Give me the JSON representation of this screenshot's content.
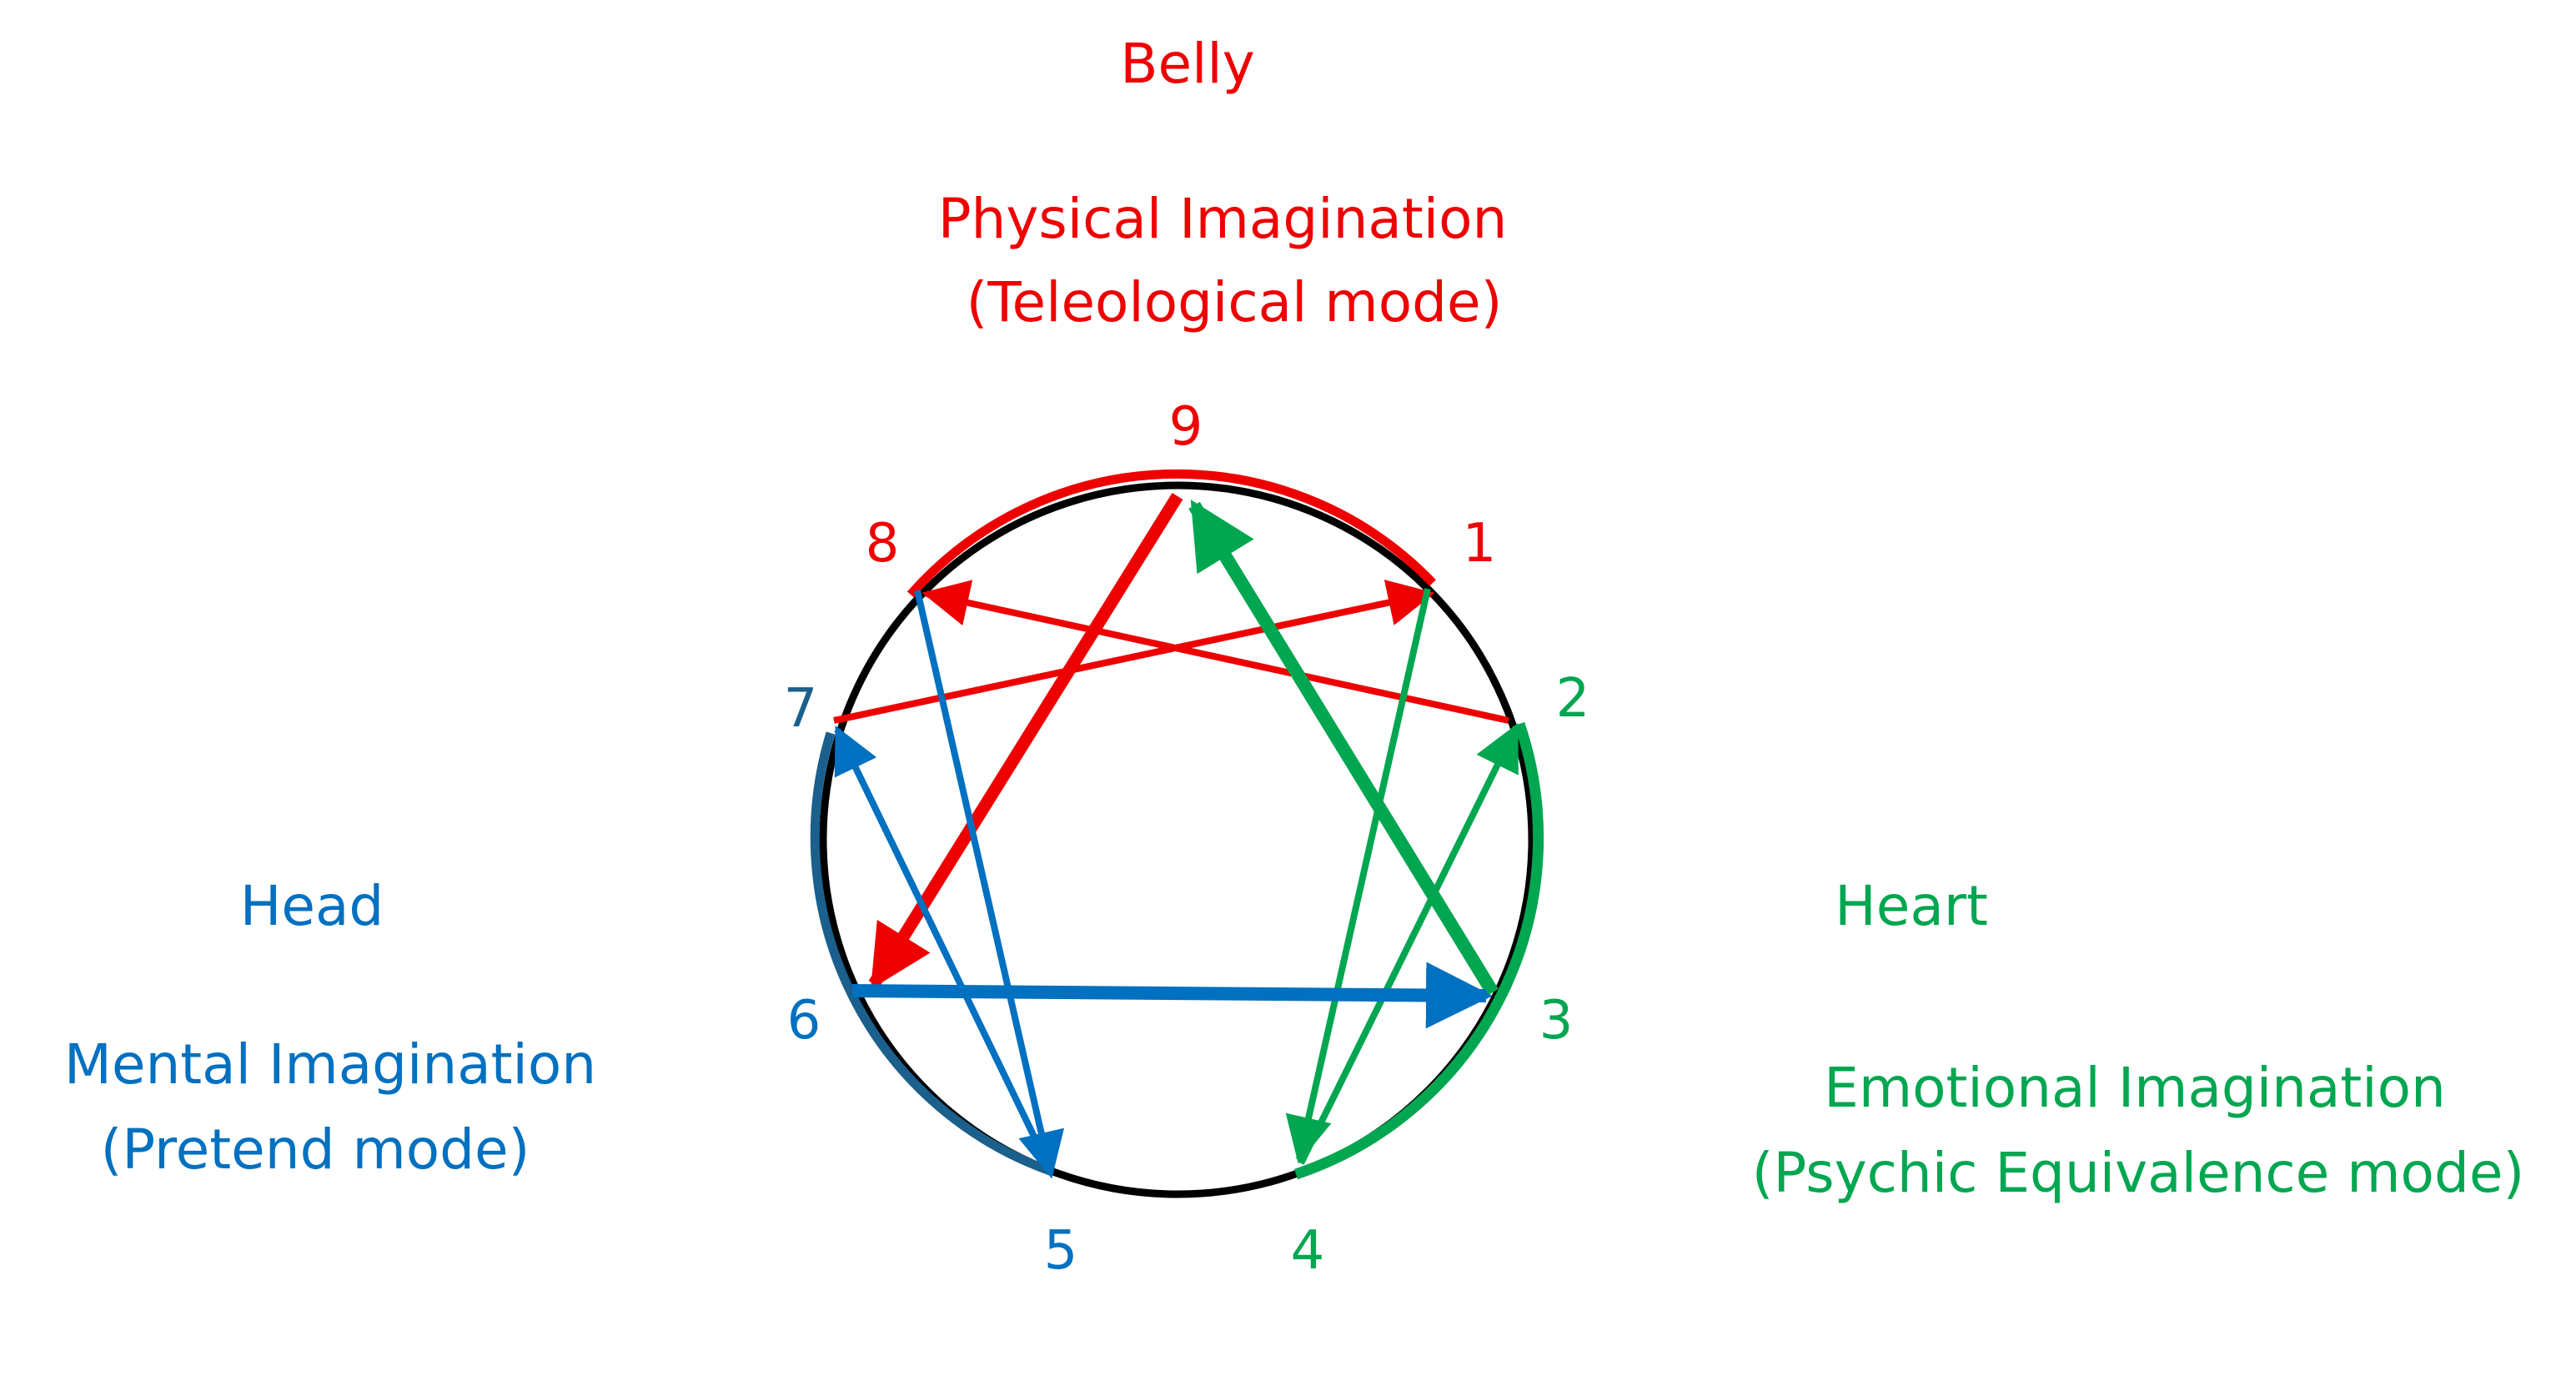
{
  "colors": {
    "belly": "#ee0000",
    "heart": "#00a650",
    "head": "#0070c0",
    "head_dark": "#1b5f8c",
    "circle": "#000000"
  },
  "belly": {
    "title": "Belly",
    "line1": "Physical Imagination",
    "line2": "(Teleological mode)"
  },
  "head": {
    "title": "Head",
    "line1": "Mental Imagination",
    "line2": "(Pretend mode)"
  },
  "heart": {
    "title": "Heart",
    "line1": "Emotional Imagination",
    "line2": "(Psychic Equivalence mode)"
  },
  "points": {
    "p1": "1",
    "p2": "2",
    "p3": "3",
    "p4": "4",
    "p5": "5",
    "p6": "6",
    "p7": "7",
    "p8": "8",
    "p9": "9"
  }
}
